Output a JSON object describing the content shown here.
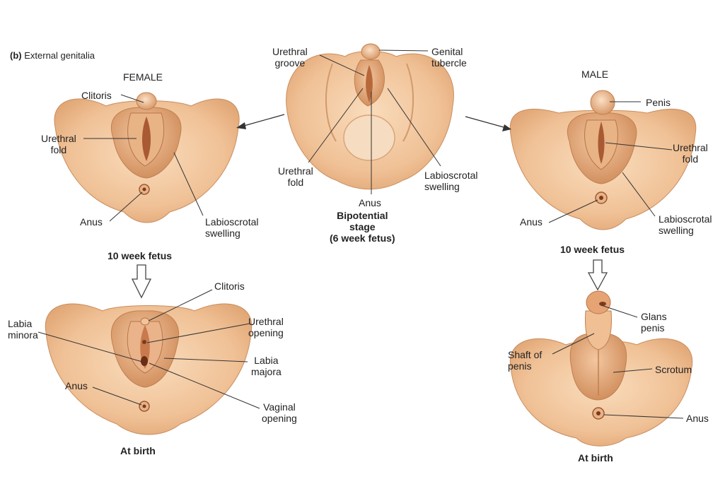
{
  "caption": {
    "prefix": "(b)",
    "text": "External genitalia"
  },
  "headers": {
    "female": "FEMALE",
    "male": "MALE"
  },
  "stages": {
    "bipotential": "Bipotential\nstage\n(6 week fetus)",
    "female_10wk": "10 week fetus",
    "male_10wk": "10 week fetus",
    "female_birth": "At birth",
    "male_birth": "At birth"
  },
  "labels": {
    "bip_urethral_groove": "Urethral\ngroove",
    "bip_genital_tubercle": "Genital\ntubercle",
    "bip_urethral_fold": "Urethral\nfold",
    "bip_anus": "Anus",
    "bip_labioscrotal": "Labioscrotal\nswelling",
    "f10_clitoris": "Clitoris",
    "f10_urethral_fold": "Urethral\nfold",
    "f10_anus": "Anus",
    "f10_labioscrotal": "Labioscrotal\nswelling",
    "m10_penis": "Penis",
    "m10_urethral_fold": "Urethral\nfold",
    "m10_anus": "Anus",
    "m10_labioscrotal": "Labioscrotal\nswelling",
    "fb_clitoris": "Clitoris",
    "fb_labia_minora": "Labia\nminora",
    "fb_urethral_opening": "Urethral\nopening",
    "fb_labia_majora": "Labia\nmajora",
    "fb_anus": "Anus",
    "fb_vaginal_opening": "Vaginal\nopening",
    "mb_glans_penis": "Glans\npenis",
    "mb_shaft": "Shaft of\npenis",
    "mb_scrotum": "Scrotum",
    "mb_anus": "Anus"
  },
  "colors": {
    "skin": "#f1c79e",
    "skin_dark": "#d99a6a",
    "fold": "#e0a577",
    "deep": "#b86a3e",
    "line": "#333333"
  }
}
